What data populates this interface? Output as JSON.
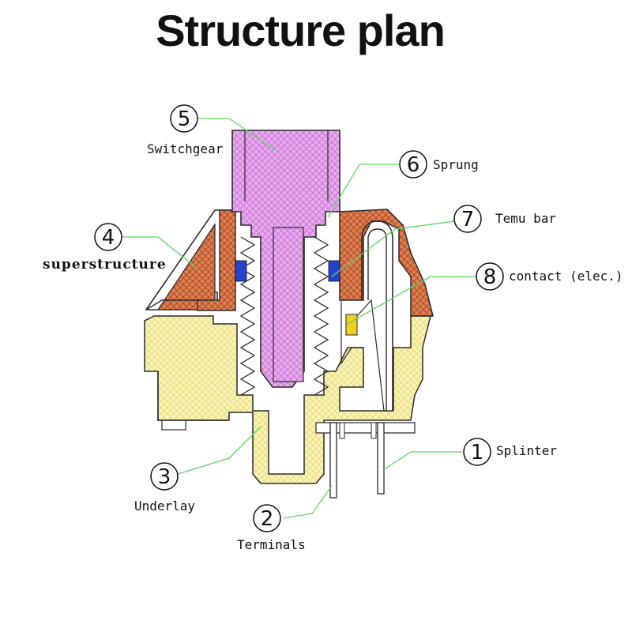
{
  "title": "Structure plan",
  "callouts": [
    {
      "number": "5",
      "label": "Switchgear"
    },
    {
      "number": "6",
      "label": "Sprung"
    },
    {
      "number": "7",
      "label": "Temu bar"
    },
    {
      "number": "4",
      "label": "superstructure"
    },
    {
      "number": "8",
      "label": "contact (elec.)"
    },
    {
      "number": "1",
      "label": "Splinter"
    },
    {
      "number": "3",
      "label": "Underlay"
    },
    {
      "number": "2",
      "label": "Terminals"
    }
  ],
  "colors": {
    "stem": "#e8a8ee",
    "housing_top": "#d8704a",
    "housing_bottom": "#f6f0a8",
    "leader": "#5cd85c",
    "contact_pad": "#f0d020",
    "spring_ring": "#2244cc"
  }
}
